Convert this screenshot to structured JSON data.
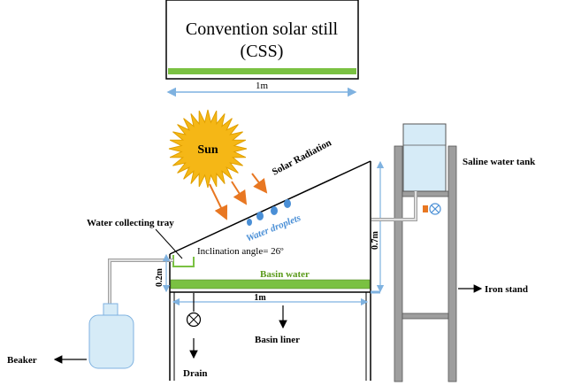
{
  "title_box": {
    "line1": "Convention solar still",
    "line2": "(CSS)",
    "dimension": "1m"
  },
  "labels": {
    "sun": "Sun",
    "solar_radiation": "Solar Radiation",
    "water_droplets": "Water droplets",
    "water_collecting_tray": "Water collecting tray",
    "inclination": "Inclination angle= 26º",
    "basin_water": "Basin water",
    "height_left": "0.2m",
    "height_right": "0.7m",
    "basin_width": "1m",
    "basin_liner": "Basin liner",
    "drain": "Drain",
    "beaker": "Beaker",
    "saline_tank": "Saline water tank",
    "iron_stand": "Iron stand"
  },
  "colors": {
    "green": "#7ac142",
    "sun_fill": "#f5b716",
    "sun_stroke": "#e0a000",
    "arrow_orange": "#e87722",
    "light_blue": "#7fb2e0",
    "droplet": "#4a8fd6",
    "water_text": "#4a8fd6",
    "tank_fill": "#d6ebf7",
    "grey": "#9e9e9e"
  }
}
